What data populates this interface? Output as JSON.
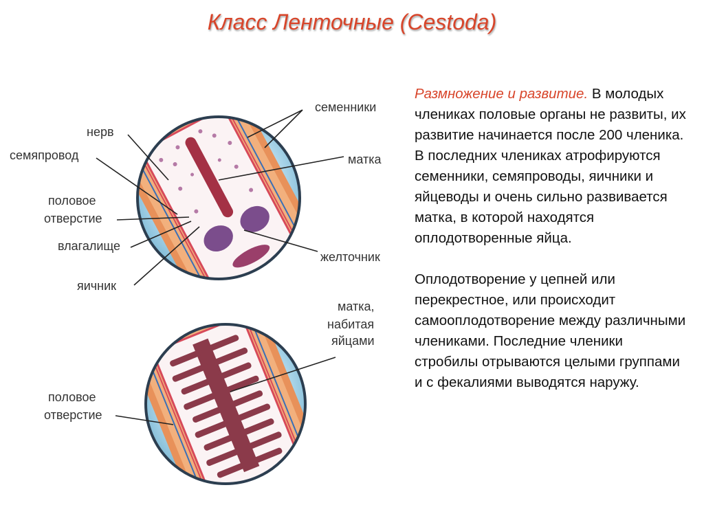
{
  "slide": {
    "title": "Класс Ленточные (Cestoda)"
  },
  "figure": {
    "top": {
      "labels": {
        "testes": "семенники",
        "nerve": "нерв",
        "vas_deferens": "семяпровод",
        "uterus": "матка",
        "genital_pore_1": "половое",
        "genital_pore_2": "отверстие",
        "vagina": "влагалище",
        "vitelline_gland": "желточник",
        "ovary": "яичник"
      }
    },
    "bottom": {
      "labels": {
        "uterus_1": "матка,",
        "uterus_2": "набитая",
        "uterus_3": "яйцами",
        "genital_pore_1": "половое",
        "genital_pore_2": "отверстие"
      }
    }
  },
  "text": {
    "p1_lead": "Размножение и развитие.",
    "p1_body": " В молодых члениках половые органы не развиты, их развитие начинается после 200 членика. В последних члениках атрофируются семенники, семяпроводы, яичники и яйцеводы и очень сильно развивается матка, в которой находятся оплодотворенные яйца.",
    "p2": "Оплодотворение у цепней или перекрестное, или происходит самооплодотворение между различными члениками. Последние членики стробилы отрываются целыми группами и с фекалиями выводятся наружу."
  },
  "colors": {
    "title": "#d8452a",
    "lens_blue": "#a9d6ea",
    "segment": "#e8915a",
    "uterus": "#8b3a4a"
  }
}
